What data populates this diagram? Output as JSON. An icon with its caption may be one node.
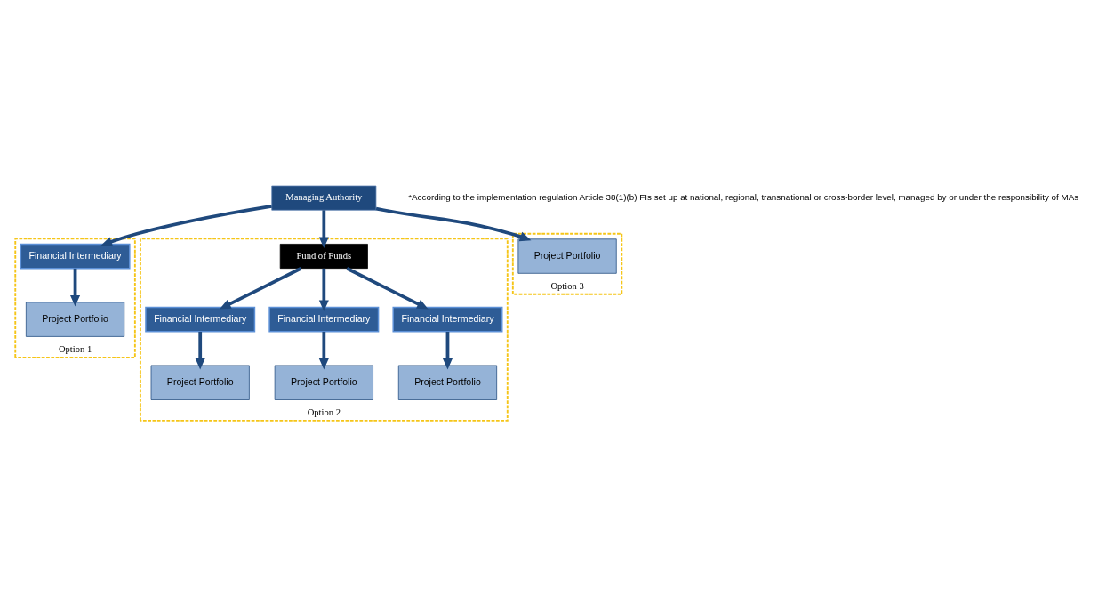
{
  "diagram": {
    "nodes": [
      {
        "text": [
          "Managing Authority"
        ]
      },
      {
        "text": [
          "Option 1"
        ]
      },
      {
        "text": [
          "Financial Intermediary"
        ],
        "in": 1
      },
      {
        "text": [
          "Project Portfolio"
        ],
        "in": 1
      },
      {
        "text": [
          "Option 2"
        ]
      },
      {
        "text": [
          "Fund of Funds"
        ],
        "in": 4
      },
      {
        "text": [
          "Financial Intermediary"
        ],
        "in": 4
      },
      {
        "text": [
          "Financial Intermediary"
        ],
        "in": 4
      },
      {
        "text": [
          "Financial Intermediary"
        ],
        "in": 4
      },
      {
        "text": [
          "Project Portfolio"
        ],
        "in": 4
      },
      {
        "text": [
          "Project Portfolio"
        ],
        "in": 4
      },
      {
        "text": [
          "Project Portfolio"
        ],
        "in": 4
      },
      {
        "text": [
          "Option 3"
        ]
      },
      {
        "text": [
          "Project Portfolio"
        ],
        "in": 12
      }
    ],
    "edges": [
      {
        "from": 0,
        "to": 2,
        "arrow": "to"
      },
      {
        "from": 0,
        "to": 5,
        "arrow": "to"
      },
      {
        "from": 0,
        "to": 13,
        "arrow": "to"
      },
      {
        "from": 5,
        "to": 6,
        "arrow": "to"
      },
      {
        "from": 5,
        "to": 7,
        "arrow": "to"
      },
      {
        "from": 5,
        "to": 8,
        "arrow": "to"
      },
      {
        "from": 2,
        "to": 3,
        "arrow": "to"
      },
      {
        "from": 6,
        "to": 9,
        "arrow": "to"
      },
      {
        "from": 7,
        "to": 10,
        "arrow": "to"
      },
      {
        "from": 8,
        "to": 11,
        "arrow": "to"
      }
    ],
    "labels": [
      "*According to the implementation regulation Article 38(1)(b) FIs set up at national, regional, transnational or cross-border level, managed by or under the responsibility of MAs"
    ]
  }
}
